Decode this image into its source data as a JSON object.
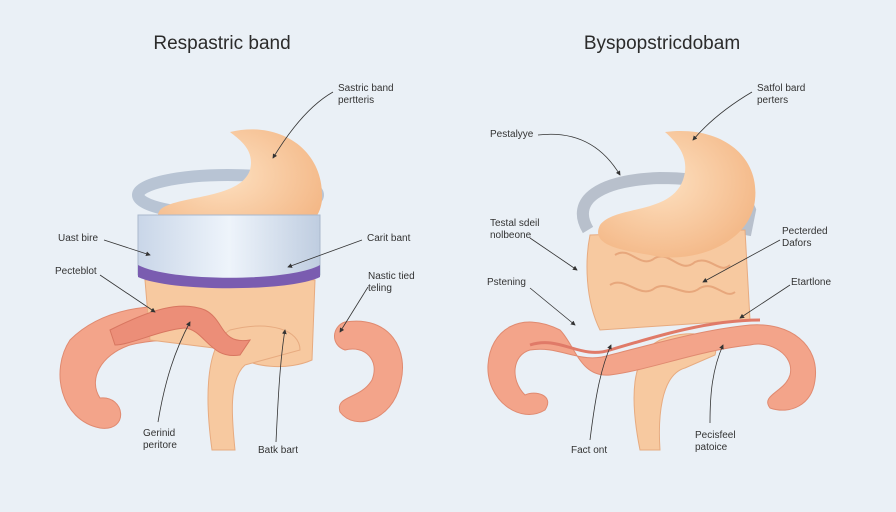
{
  "panels": [
    {
      "title": "Respastric band",
      "labels": {
        "top": [
          "Sastric band",
          "pertteris"
        ],
        "left1": "Uast bire",
        "right1": "Carit bant",
        "left2": "Pecteblot",
        "right2": [
          "Nastic tied",
          "teling"
        ],
        "bottom_left": [
          "Gerinid",
          "peritore"
        ],
        "bottom_right": "Batk bart"
      }
    },
    {
      "title": "Byspopstricdobam",
      "labels": {
        "top": [
          "Satfol bard",
          "perters"
        ],
        "left1": "Pestalyye",
        "left2": [
          "Testal sdeil",
          "nolbeone"
        ],
        "right1": [
          "Pecterded",
          "Dafors"
        ],
        "left3": "Pstening",
        "right2": "Etartlone",
        "bottom_left": "Fact ont",
        "bottom_right": [
          "Pecisfeel",
          "patoice"
        ]
      }
    }
  ],
  "colors": {
    "background": "#eaf0f6",
    "stomach": "#f8c89a",
    "colon": "#f09a80",
    "band": "#d0dceb",
    "band_rim": "#7a5cb0"
  }
}
